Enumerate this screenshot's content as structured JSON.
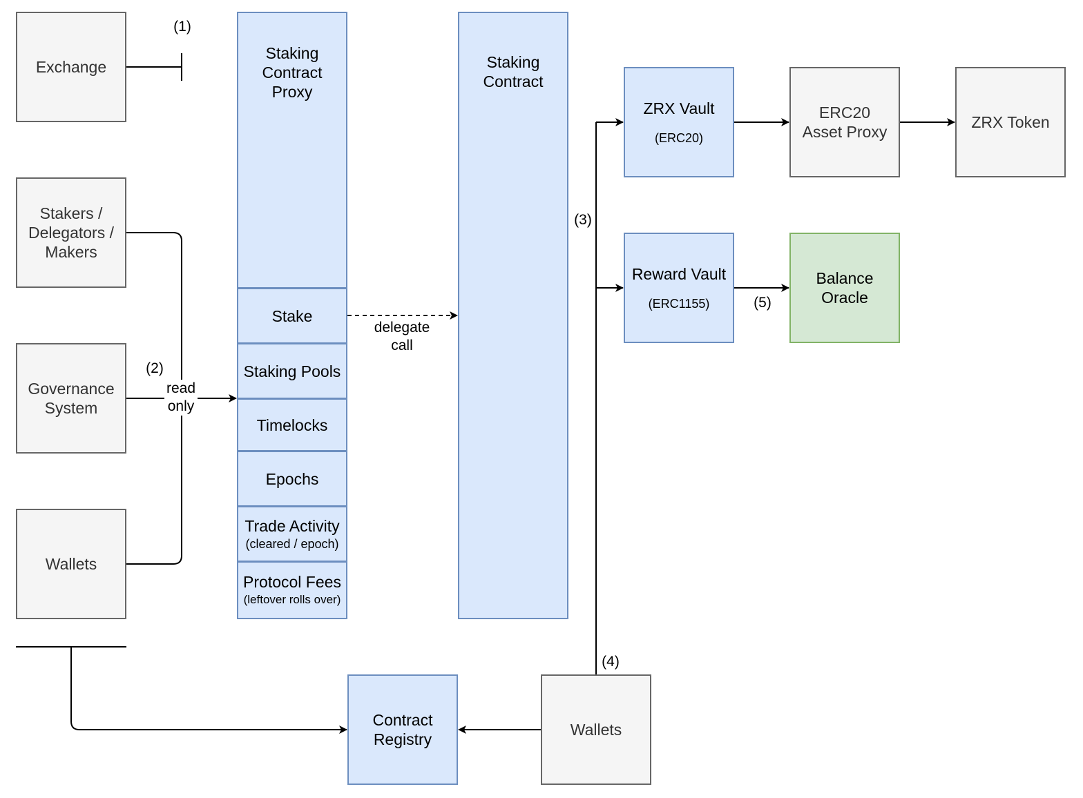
{
  "nodes": {
    "exchange": "Exchange",
    "stakers": [
      "Stakers /",
      "Delegators /",
      "Makers"
    ],
    "governance": [
      "Governance",
      "System"
    ],
    "wallets_left": "Wallets",
    "proxy": [
      "Staking",
      "Contract",
      "Proxy"
    ],
    "stake": "Stake",
    "staking_pools": "Staking Pools",
    "timelocks": "Timelocks",
    "epochs": "Epochs",
    "trade_activity": {
      "title": "Trade Activity",
      "note": "(cleared / epoch)"
    },
    "protocol_fees": {
      "title": "Protocol Fees",
      "note": "(leftover rolls over)"
    },
    "staking_contract": [
      "Staking",
      "Contract"
    ],
    "zrx_vault": {
      "title": "ZRX Vault",
      "note": "(ERC20)"
    },
    "reward_vault": {
      "title": "Reward Vault",
      "note": "(ERC1155)"
    },
    "erc20_proxy": [
      "ERC20",
      "Asset Proxy"
    ],
    "zrx_token": "ZRX Token",
    "balance_oracle": [
      "Balance",
      "Oracle"
    ],
    "contract_registry": [
      "Contract",
      "Registry"
    ],
    "wallets_bottom": "Wallets"
  },
  "labels": {
    "l1": "(1)",
    "l2": "(2)",
    "l3": "(3)",
    "l4": "(4)",
    "l5": "(5)",
    "read_only": [
      "read",
      "only"
    ],
    "delegate_call": [
      "delegate",
      "call"
    ]
  },
  "colors": {
    "gray_fill": "#f5f5f5",
    "gray_stroke": "#666666",
    "blue_fill": "#dae8fc",
    "blue_stroke": "#6c8ebf",
    "green_fill": "#d5e8d4",
    "green_stroke": "#82b366"
  }
}
